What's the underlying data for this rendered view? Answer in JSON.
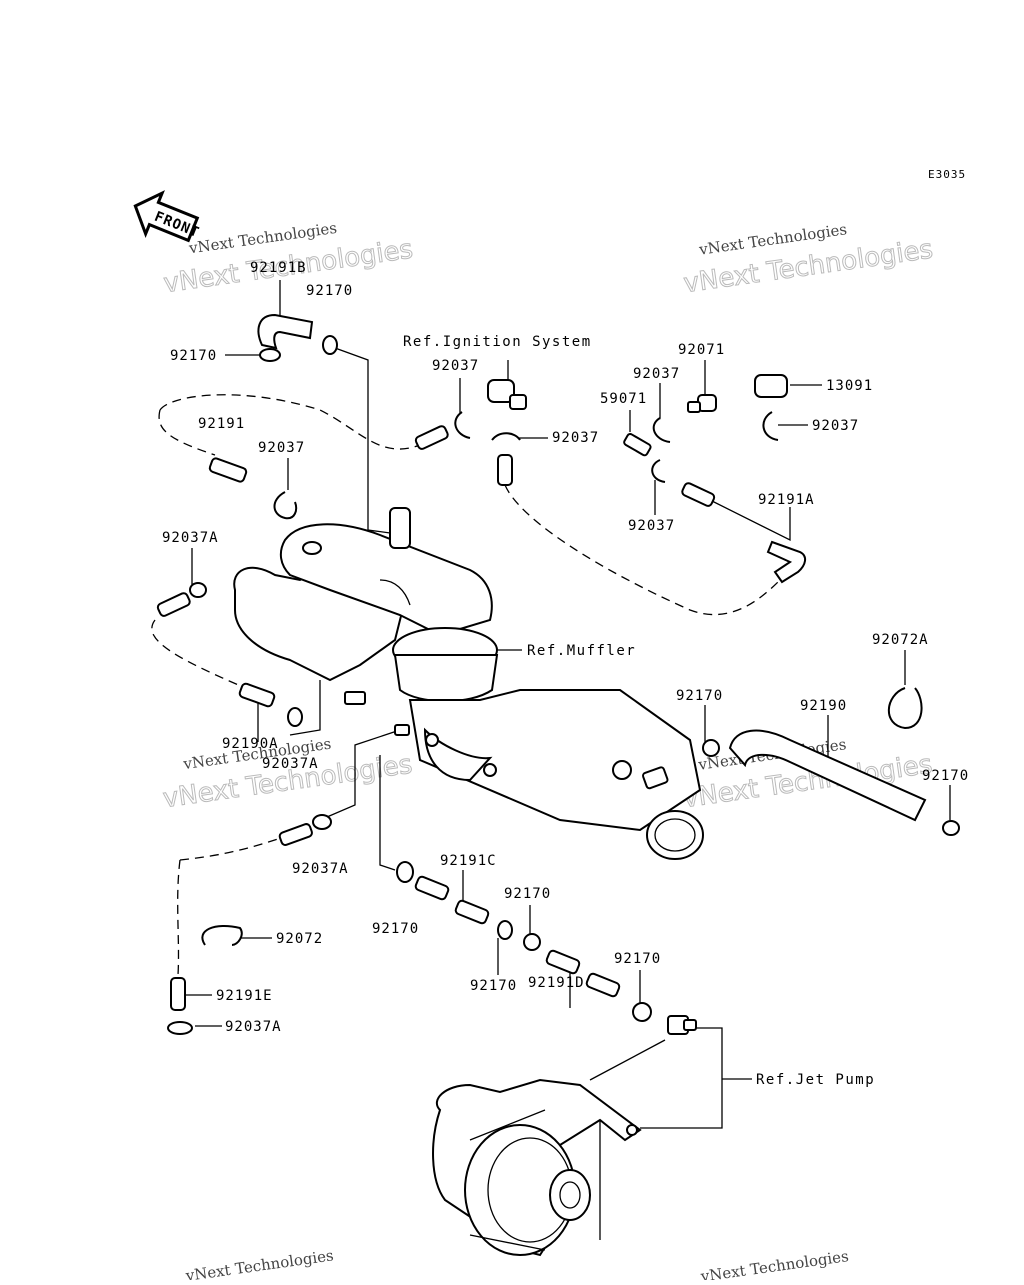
{
  "diagram_code": "E3035",
  "front_arrow": {
    "label": "FRONT"
  },
  "watermark": {
    "line1": "vNext Technologies",
    "line2": "vNext Technologies"
  },
  "references": {
    "ignition": "Ref.Ignition System",
    "muffler": "Ref.Muffler",
    "jet_pump": "Ref.Jet Pump"
  },
  "part_labels": {
    "p92191B": "92191B",
    "p92170_a": "92170",
    "p92170_b": "92170",
    "p92191": "92191",
    "p92037_a": "92037",
    "p92037_b": "92037",
    "p92037_c": "92037",
    "p92071": "92071",
    "p92037_d": "92037",
    "p59071": "59071",
    "p13091": "13091",
    "p92037_e": "92037",
    "p92037_f": "92037",
    "p92191A": "92191A",
    "p92037_g": "92037",
    "p92037A_a": "92037A",
    "p92072A": "92072A",
    "p92170_c": "92170",
    "p92190": "92190",
    "p92190A": "92190A",
    "p92037A_b": "92037A",
    "p92170_d": "92170",
    "p92037A_c": "92037A",
    "p92191C": "92191C",
    "p92170_e": "92170",
    "p92170_f": "92170",
    "p92072": "92072",
    "p92170_g": "92170",
    "p92170_h": "92170",
    "p92191E": "92191E",
    "p92191D": "92191D",
    "p92037A_d": "92037A"
  }
}
